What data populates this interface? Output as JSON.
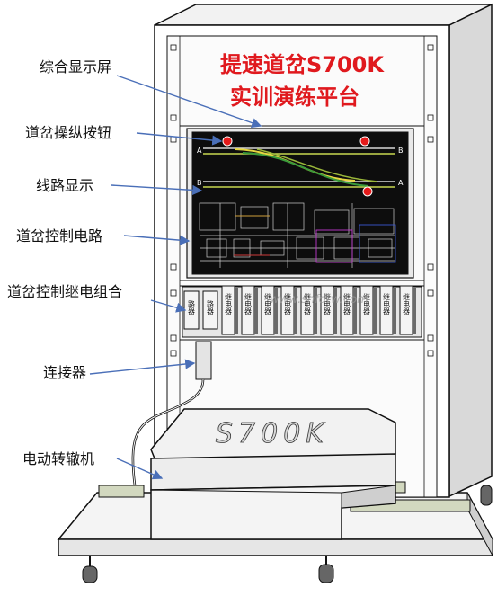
{
  "panel": {
    "title_line1": "提速道岔S700K",
    "title_line2": "实训演练平台"
  },
  "labels": {
    "display_screen": "综合显示屏",
    "switch_buttons": "道岔操纵按钮",
    "line_display": "线路显示",
    "control_circuit": "道岔控制电路",
    "relay_group": "道岔控制继电组合",
    "connector": "连接器",
    "switch_machine": "电动转辙机"
  },
  "screen": {
    "mark_a": "A",
    "mark_b": "B"
  },
  "relays": {
    "first_label": "路器",
    "second_label": "路器",
    "label": "继电器"
  },
  "machine": {
    "label": "S700K"
  },
  "watermark": "www.shfdtw.com"
}
